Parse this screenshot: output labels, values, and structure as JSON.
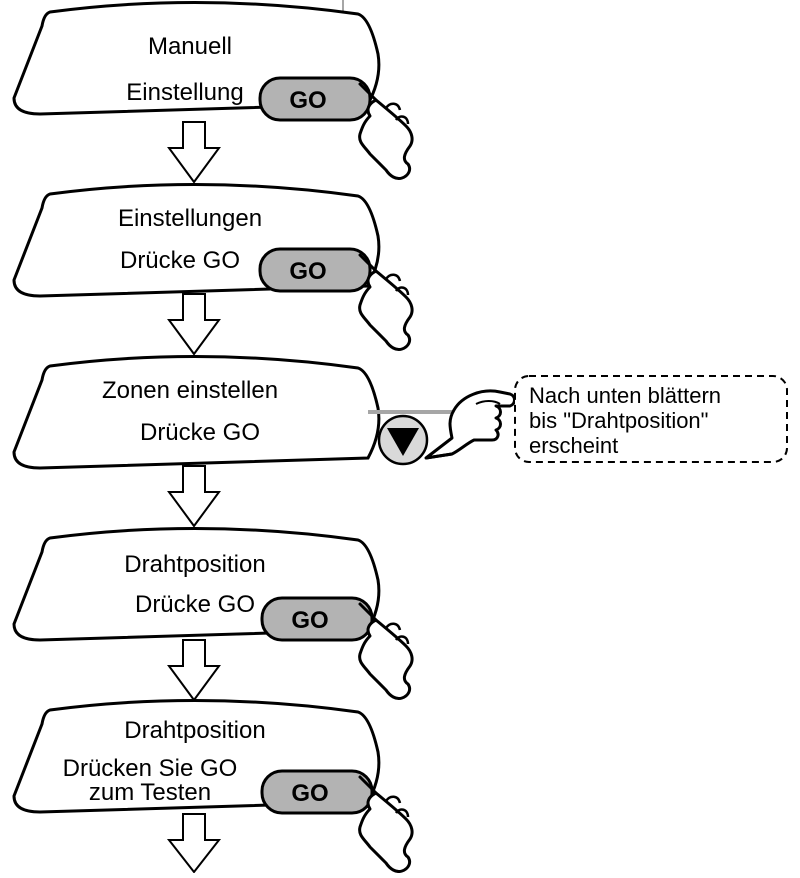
{
  "steps": [
    {
      "line1": "Manuell",
      "line2": "Einstellung",
      "button": "GO"
    },
    {
      "line1": "Einstellungen",
      "line2": "Drücke GO",
      "button": "GO"
    },
    {
      "line1": "Zonen einstellen",
      "line2": "Drücke GO"
    },
    {
      "line1": "Drahtposition",
      "line2": "Drücke GO",
      "button": "GO"
    },
    {
      "line1": "Drahtposition",
      "line2": "Drücken Sie GO",
      "line3": "zum Testen",
      "button": "GO"
    }
  ],
  "note": {
    "line1": "Nach unten blättern",
    "line2": "bis \"Drahtposition\"",
    "line3": "erscheint"
  },
  "colors": {
    "outline": "#000000",
    "button_fill": "#b3b3b3",
    "down_button_fill": "#d9d9d9",
    "connector": "#a6a6a6"
  }
}
